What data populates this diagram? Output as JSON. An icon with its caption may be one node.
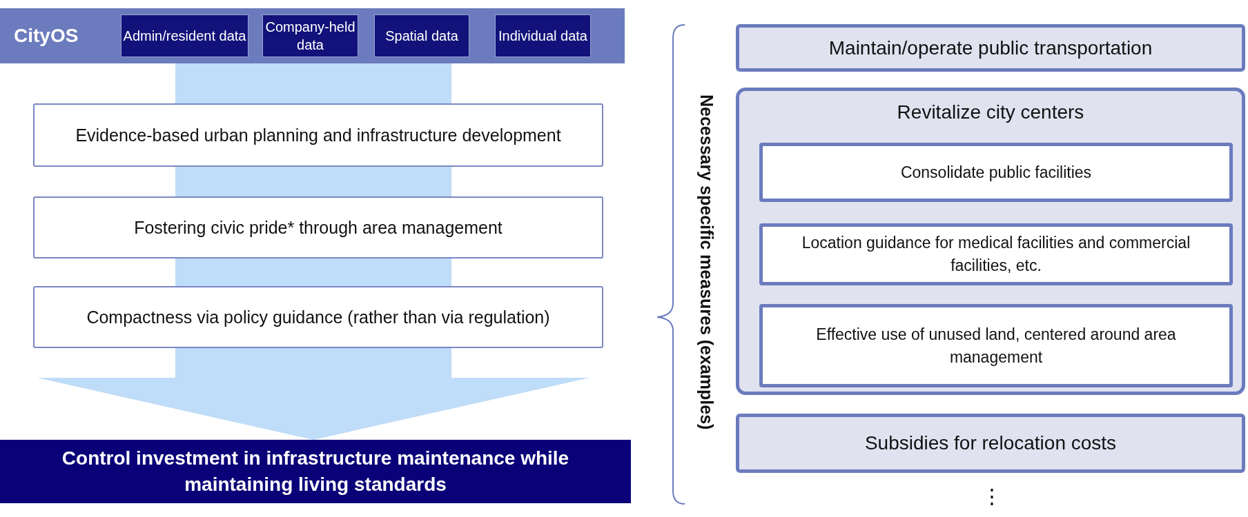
{
  "diagram": {
    "nodes": [
      {
        "text": [
          "CityOS"
        ]
      },
      {
        "text": [
          "Admin/resident data"
        ],
        "in": 0
      },
      {
        "text": [
          "Company-held data"
        ],
        "in": 0
      },
      {
        "text": [
          "Spatial data"
        ],
        "in": 0
      },
      {
        "text": [
          "Individual data"
        ],
        "in": 0
      },
      {
        "text": [
          "Evidence-based urban planning and infrastructure development"
        ]
      },
      {
        "text": [
          "Fostering civic pride* through area management"
        ]
      },
      {
        "text": [
          "Compactness via policy guidance (rather than via regulation)"
        ]
      },
      {
        "text": [
          "Control investment in infrastructure maintenance while maintaining living standards"
        ]
      },
      {
        "text": [
          "Maintain/operate public transportation"
        ]
      },
      {
        "text": [
          "Revitalize city centers"
        ]
      },
      {
        "text": [
          "Consolidate public facilities"
        ],
        "in": 10
      },
      {
        "text": [
          "Location guidance for medical facilities and commercial facilities, etc."
        ],
        "in": 10
      },
      {
        "text": [
          "Effective use of unused land, centered around area management"
        ],
        "in": 10
      },
      {
        "text": [
          "Subsidies for relocation costs"
        ]
      }
    ],
    "edges": [
      {
        "from": 0,
        "to": 8,
        "arrow": "to"
      }
    ],
    "labels": [
      "Necessary specific measures (examples)",
      "⋮"
    ]
  }
}
